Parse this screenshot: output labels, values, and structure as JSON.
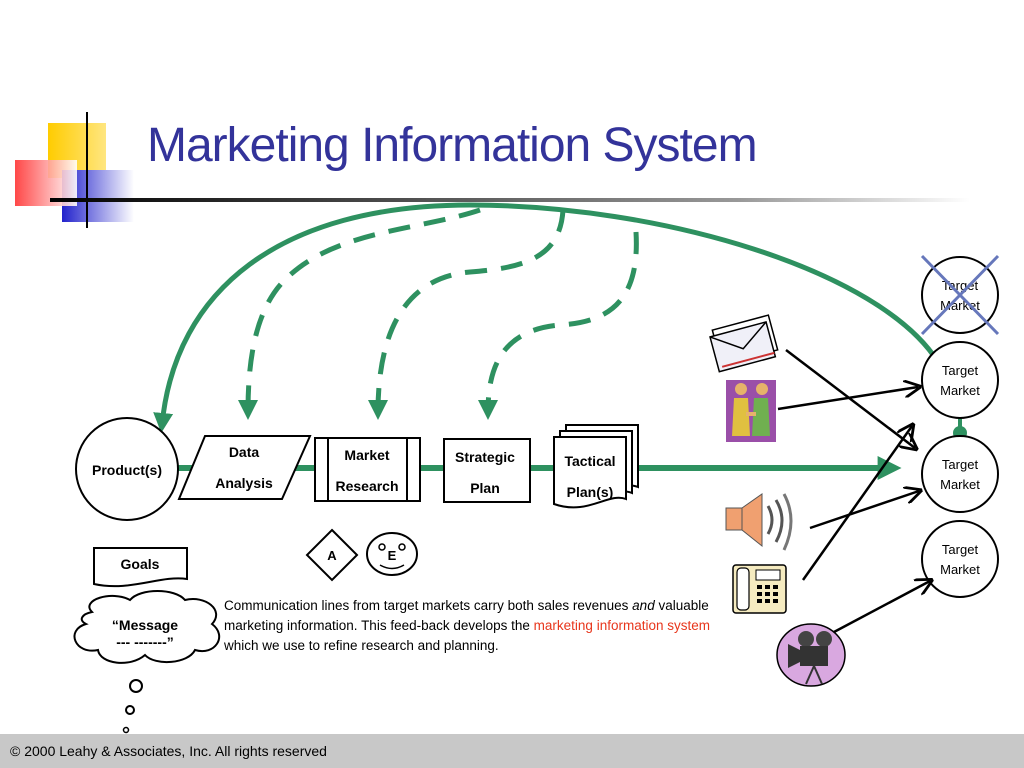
{
  "title": "Marketing Information System",
  "footer": "© 2000 Leahy & Associates, Inc. All rights reserved",
  "colors": {
    "title": "#33339a",
    "flow": "#2e9160",
    "highlight": "#e8361c",
    "cross": "#6677bb"
  },
  "nodes": {
    "products": "Product(s)",
    "data_analysis": [
      "Data",
      "Analysis"
    ],
    "market_research": [
      "Market",
      "Research"
    ],
    "strategic_plan": [
      "Strategic",
      "Plan"
    ],
    "tactical_plans": [
      "Tactical",
      "Plan(s)"
    ],
    "goals": "Goals",
    "message": [
      "“Message",
      "--- -------”"
    ],
    "diamond": "A",
    "face": "E"
  },
  "target_markets": [
    {
      "label": [
        "Target",
        "Market"
      ],
      "crossed": true
    },
    {
      "label": [
        "Target",
        "Market"
      ],
      "crossed": false
    },
    {
      "label": [
        "Target",
        "Market"
      ],
      "crossed": false
    },
    {
      "label": [
        "Target",
        "Market"
      ],
      "crossed": false
    }
  ],
  "channel_icons": [
    "envelope-icon",
    "handshake-icon",
    "speaker-icon",
    "telephone-icon",
    "video-camera-icon"
  ],
  "caption": {
    "line1_a": "Communication lines from target markets carry both sales revenues ",
    "line1_em": "and",
    "line1_b": "  valuable",
    "line2_a": "marketing information. This feed-back develops the  ",
    "line2_hl": "marketing information system",
    "line3": "which we use to refine research and planning."
  }
}
